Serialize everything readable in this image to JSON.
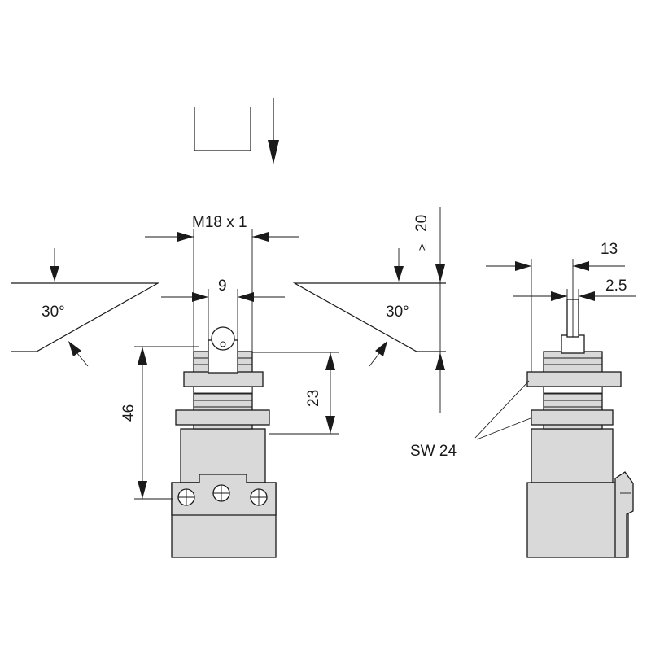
{
  "labels": {
    "thread": "M18 x 1",
    "width_9": "9",
    "travel_20": "20",
    "travel_20_qualifier": "≥",
    "angle_left": "30°",
    "angle_right": "30°",
    "height_46": "46",
    "height_23": "23",
    "width_13": "13",
    "width_2_5": "2.5",
    "wrench": "SW 24"
  }
}
